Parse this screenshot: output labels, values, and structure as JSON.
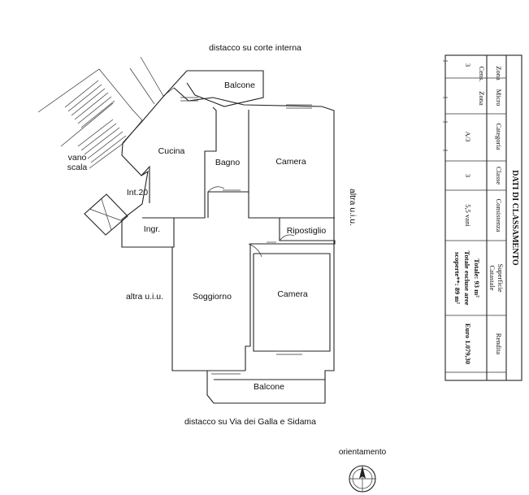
{
  "labels": {
    "top": "distacco su corte interna",
    "bottom": "distacco su Via dei Galla e Sidama",
    "right": "altra u.i.u.",
    "left": "altra u.i.u.",
    "orientation": "orientamento"
  },
  "rooms": {
    "balcone_top": "Balcone",
    "cucina": "Cucina",
    "bagno": "Bagno",
    "camera_top": "Camera",
    "vano": "vano",
    "scala": "scala",
    "int": "Int.20",
    "ingr": "Ingr.",
    "ripostiglio": "Ripostiglio",
    "soggiorno": "Soggiorno",
    "camera_bottom": "Camera",
    "balcone_bottom": "Balcone"
  },
  "table": {
    "title": "DATI DI CLASSAMENTO",
    "headers": {
      "zona": "Zona",
      "cens": "Cens.",
      "micro": "Micro",
      "zona2": "Zona",
      "categoria": "Categoria",
      "classe": "Classe",
      "consistenza": "Consistenza",
      "superficie1": "Superficie",
      "superficie2": "Catastale",
      "rendita": "Rendita"
    },
    "values": {
      "zona": "3",
      "micro": "",
      "categoria": "A/3",
      "classe": "3",
      "consistenza": "5,5 vani",
      "superficie1": "Totale: 93 m²",
      "superficie2": "Totale escluse aree",
      "superficie3": "scoperte**: 89 m²",
      "rendita": "Euro 1.079,30"
    }
  }
}
